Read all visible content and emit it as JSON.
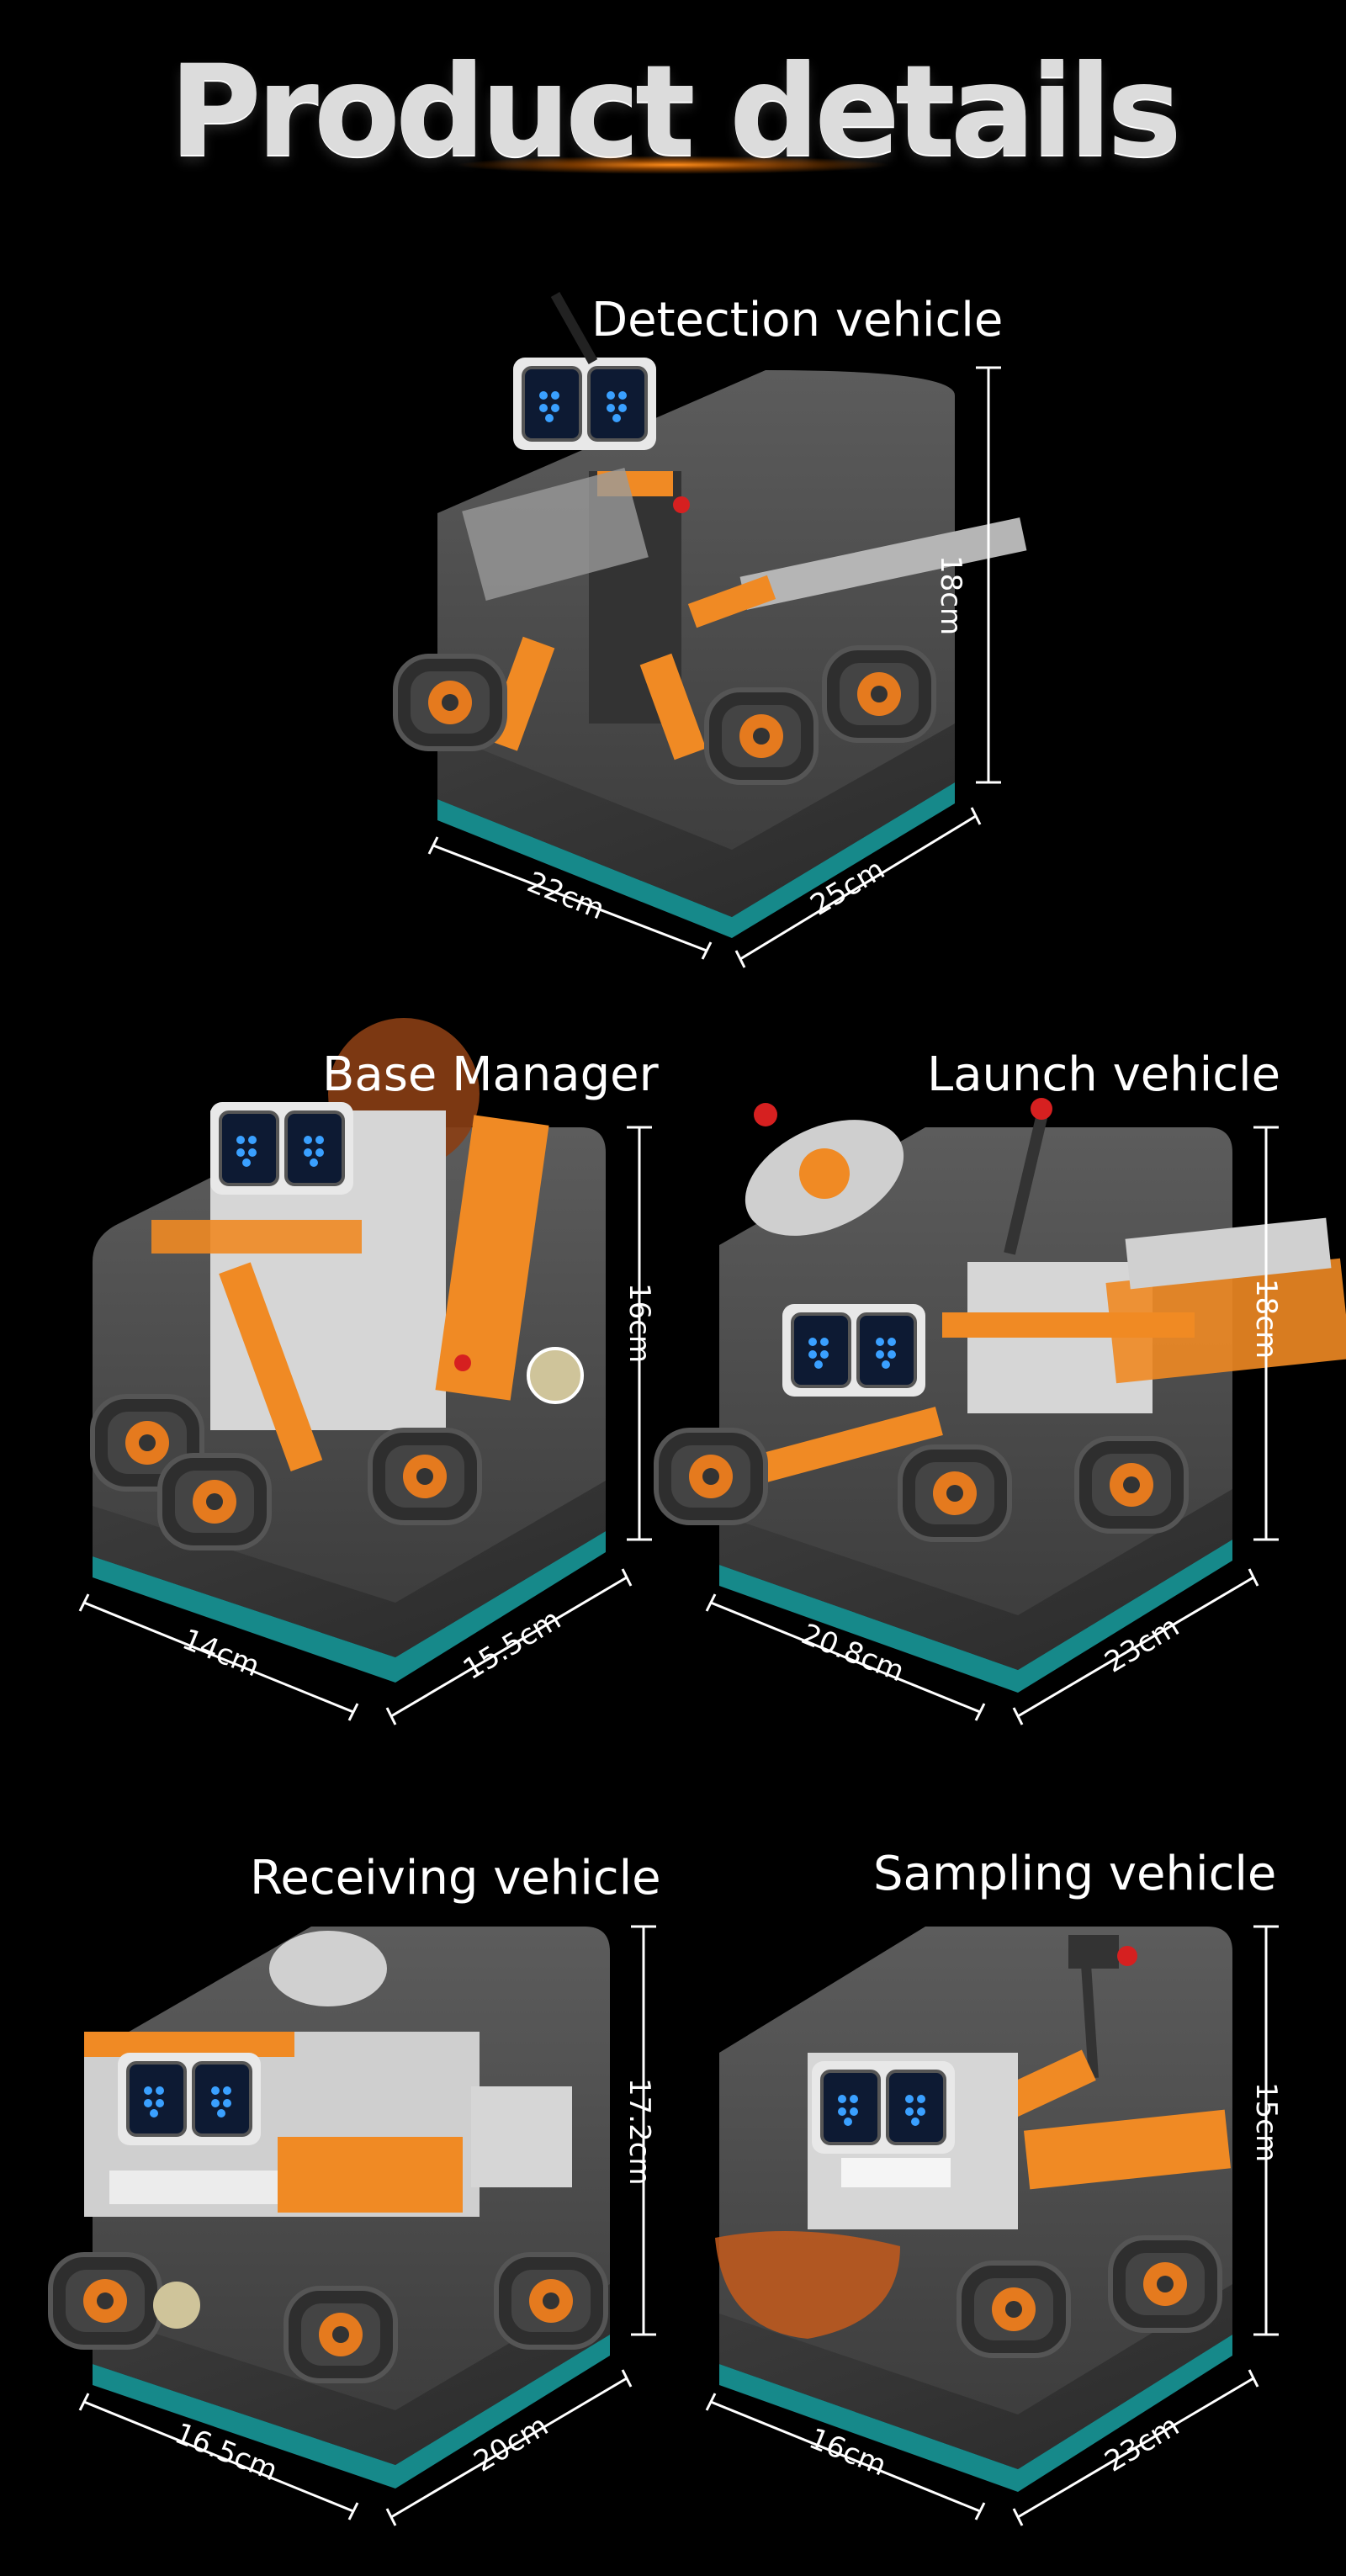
{
  "page": {
    "title": "Product details"
  },
  "vehicles": [
    {
      "name": "Detection vehicle",
      "width": "22cm",
      "depth": "25cm",
      "height": "18cm"
    },
    {
      "name": "Base Manager",
      "width": "14cm",
      "depth": "15.5cm",
      "height": "16cm"
    },
    {
      "name": "Launch vehicle",
      "width": "20.8cm",
      "depth": "23cm",
      "height": "18cm"
    },
    {
      "name": "Receiving vehicle",
      "width": "16.5cm",
      "depth": "20cm",
      "height": "17.2cm"
    },
    {
      "name": "Sampling vehicle",
      "width": "16cm",
      "depth": "23cm",
      "height": "15cm"
    }
  ],
  "colors": {
    "background": "#000000",
    "accent": "#f08a24",
    "base": "#1a8f8f",
    "panel": "#4a4a4a"
  }
}
